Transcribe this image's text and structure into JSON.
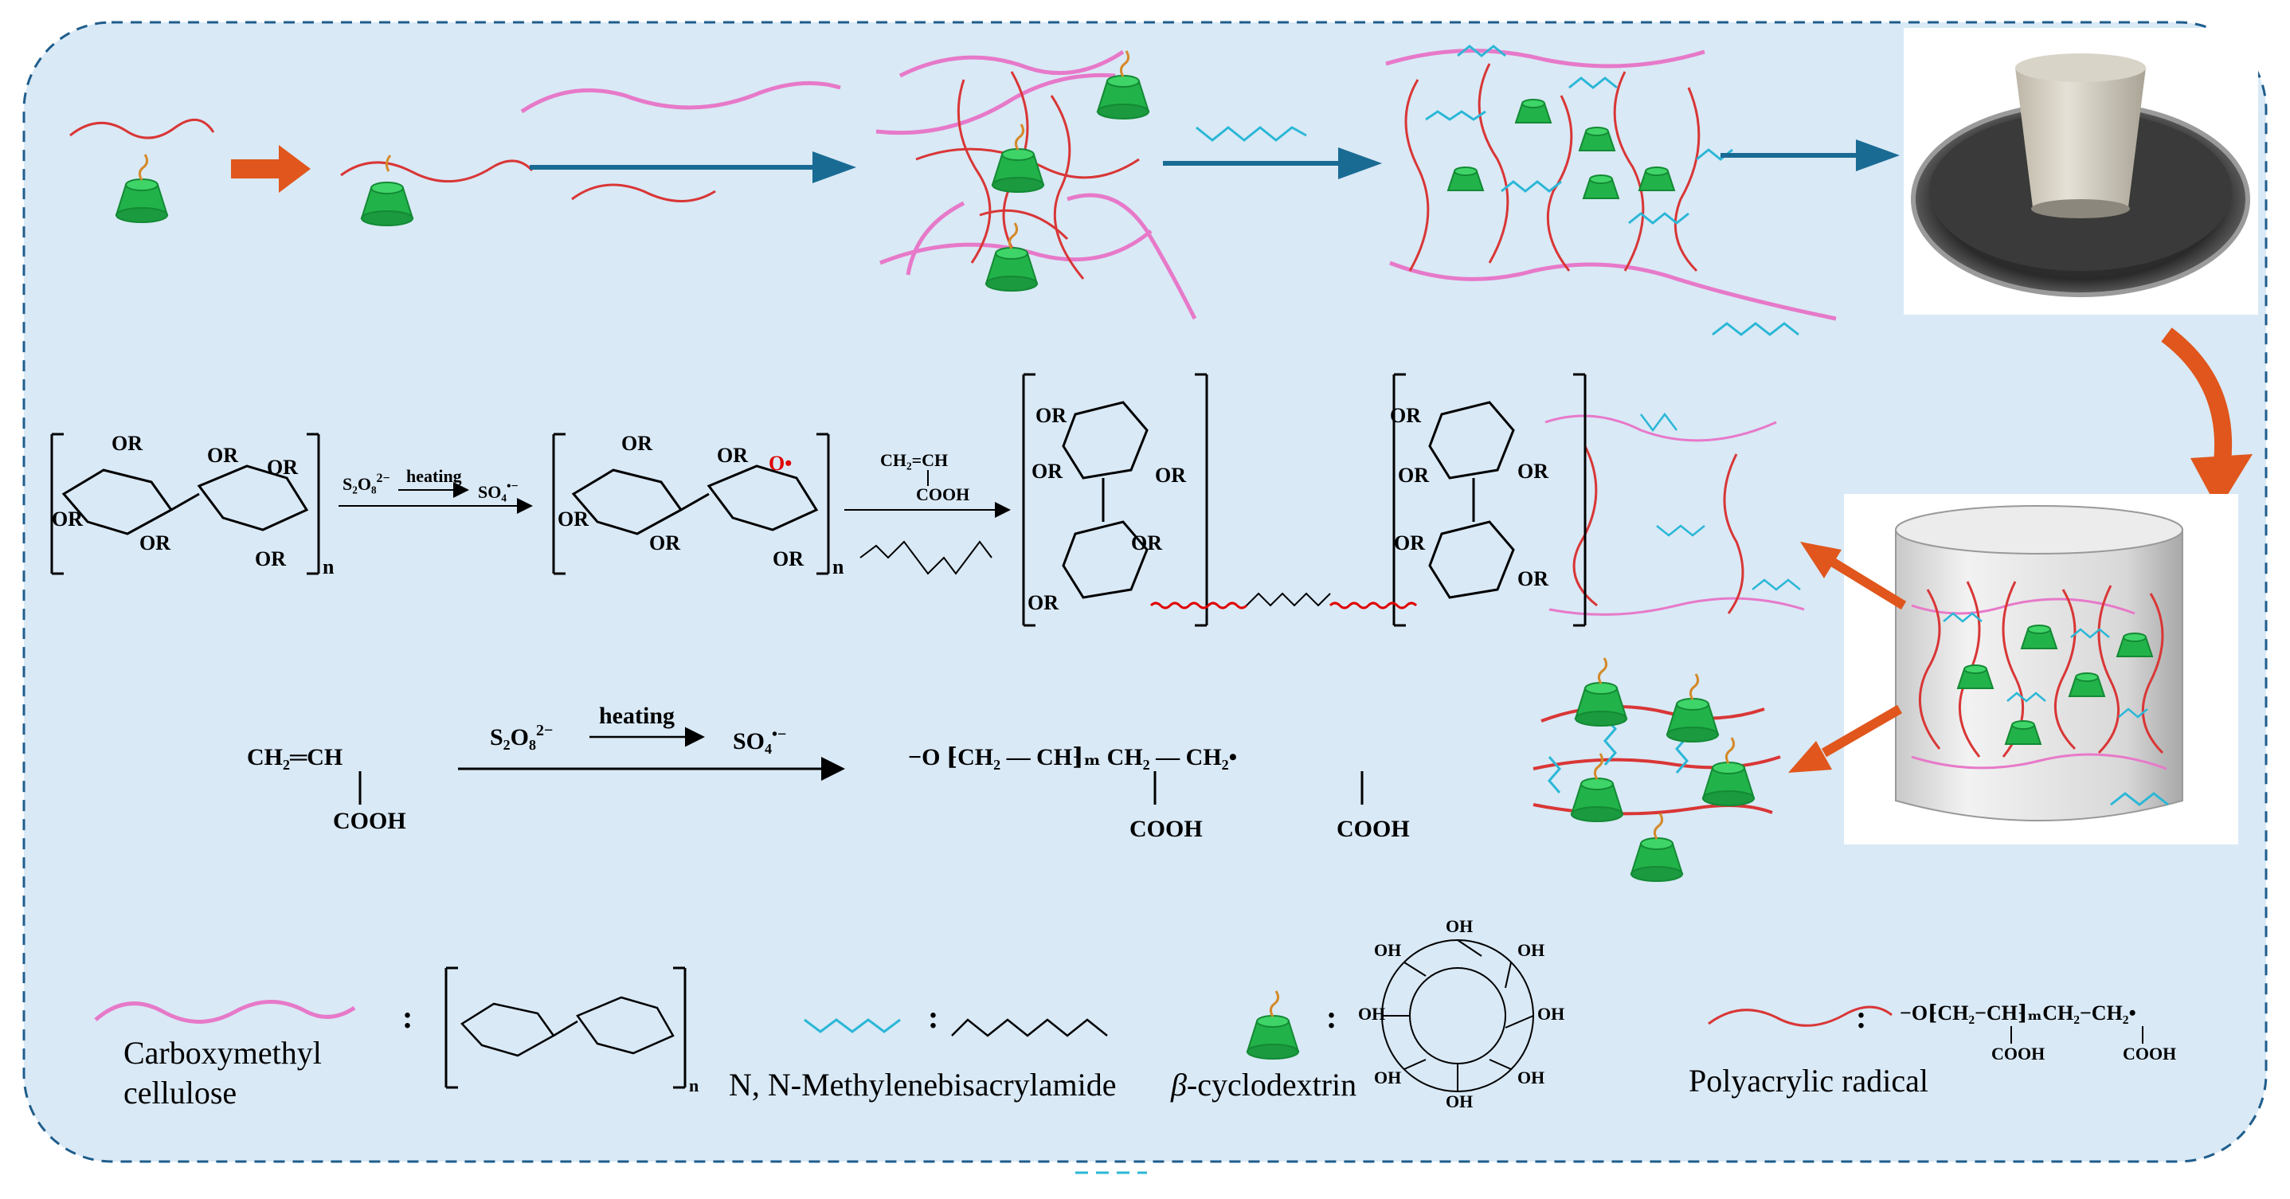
{
  "colors": {
    "panel_bg": "#d9e9f6",
    "border": "#1f5d8c",
    "arrow_blue": "#1a6b94",
    "arrow_orange": "#e0561c",
    "cmc_chain": "#e779c9",
    "polyacrylic_chain": "#d93636",
    "crosslinker": "#2bb7d6",
    "cyclodextrin": "#22b24a"
  },
  "icons": [
    "cmc-chain",
    "polyacrylic-chain",
    "crosslinker-zigzag",
    "cyclodextrin-cup",
    "hydrogel-photo",
    "cylinder-container"
  ],
  "reaction1": {
    "initiator": "S₂O₈",
    "initiator_charge": "2−",
    "condition": "heating",
    "radical": "SO₄",
    "radical_charge": "•−",
    "monomer": "CH₂=CH",
    "monomer_group": "COOH",
    "repeat_n": "n",
    "substituent": "OR",
    "radical_o": "O•"
  },
  "reaction2": {
    "monomer": "CH₂═CH",
    "monomer_group": "COOH",
    "initiator": "S₂O₈",
    "initiator_charge": "2−",
    "condition": "heating",
    "radical": "SO₄",
    "radical_charge": "•−",
    "product": "−O ⁅CH₂ — CH⁆ₘ CH₂ — CH₂•",
    "product_groups": [
      "COOH",
      "COOH"
    ],
    "repeat_m": "m"
  },
  "legend": {
    "cmc_line1": "Carboxymethyl",
    "cmc_line2": "cellulose",
    "crosslinker": "N, N-Methylenebisacrylamide",
    "cd_prefix": "β",
    "cd_suffix": "-cyclodextrin",
    "polyacrylic": "Polyacrylic radical",
    "separator": ":",
    "polyacrylic_formula": "−O⁅CH₂−CH⁆ₘCH₂−CH₂•",
    "polyacrylic_cooh": "COOH",
    "cd_oh": "OH"
  }
}
